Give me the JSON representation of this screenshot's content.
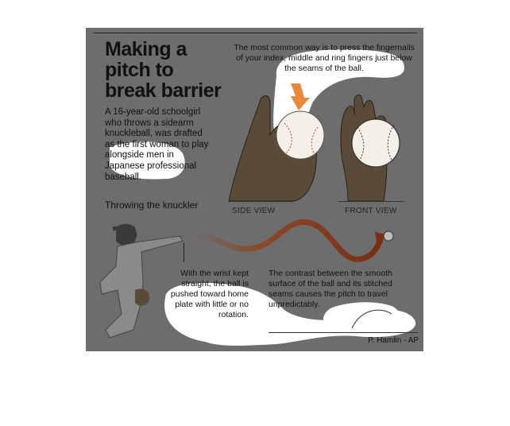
{
  "graphic": {
    "title": "Making a pitch to break barrier",
    "intro": "A 16-year-old schoolgirl who throws a sidearm knuckleball, was drafted as the first woman to play alongside men in Japanese professional baseball.",
    "subhead": "Throwing the knuckler",
    "grip_caption": "The most common way is to press the fingernails of your index, middle and ring fingers just below the seams of the ball.",
    "side_view_label": "SIDE VIEW",
    "front_view_label": "FRONT VIEW",
    "wrist_caption": "With the wrist kept straight, the ball is pushed toward home plate with little or no rotation.",
    "seams_caption": "The contrast between the smooth surface of the ball and its stitched seams causes the pitch to travel unpredictably.",
    "credit": "P. Hamlin - AP"
  },
  "colors": {
    "background": "#6d6d6d",
    "hand": "#5a4a38",
    "arrow": "#e8893a",
    "trajectory": "#7a2e14",
    "highlight": "#ffffff"
  },
  "icons": [
    "side-view-hand-icon",
    "front-view-hand-icon",
    "pressure-arrow-icon",
    "pitcher-figure-icon",
    "trajectory-arrow-icon",
    "baseball-icon"
  ]
}
